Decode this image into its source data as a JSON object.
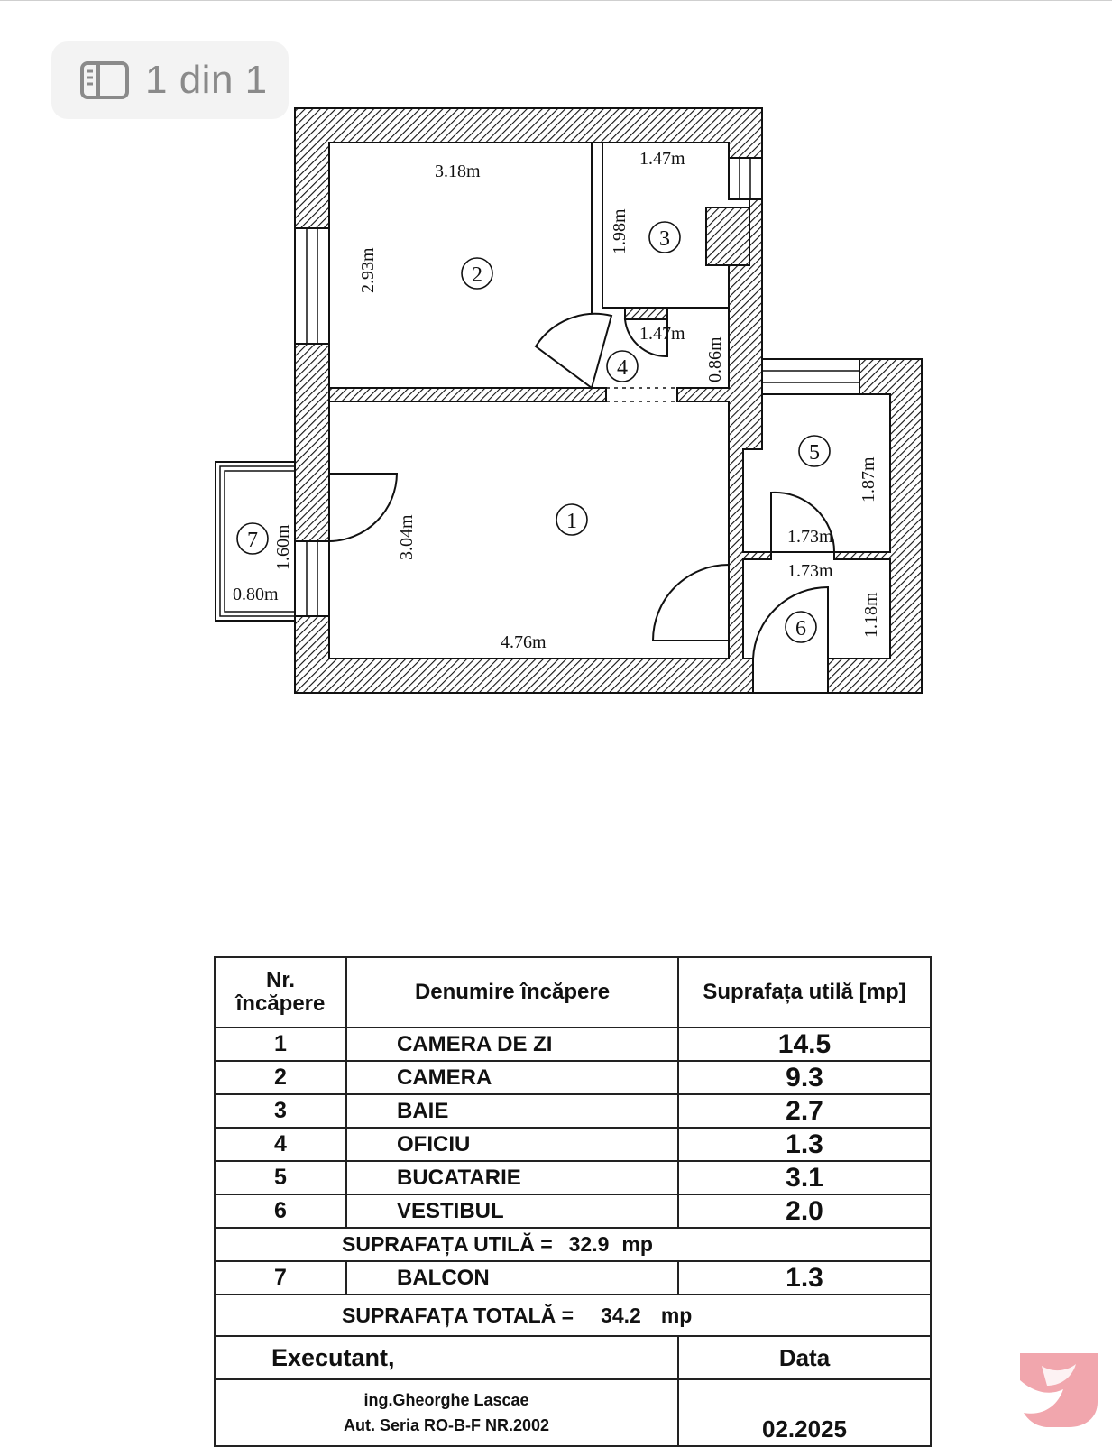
{
  "viewer": {
    "page_indicator": "1 din 1",
    "icon": "sidebar-icon"
  },
  "plan": {
    "rooms": {
      "r1": "1",
      "r2": "2",
      "r3": "3",
      "r4": "4",
      "r5": "5",
      "r6": "6",
      "r7": "7"
    },
    "dimensions": {
      "r2_width": "3.18m",
      "r2_height": "2.93m",
      "r3_width": "1.47m",
      "r3_height": "1.98m",
      "r4_width": "1.47m",
      "r4_height": "0.86m",
      "r1_height": "3.04m",
      "r1_width": "4.76m",
      "r5_height": "1.87m",
      "r5_width": "1.73m",
      "r6_width": "1.73m",
      "r6_height": "1.18m",
      "r7_height": "1.60m",
      "r7_width": "0.80m"
    }
  },
  "table": {
    "header": {
      "nr": "Nr.\nîncăpere",
      "name": "Denumire încăpere",
      "area": "Suprafața utilă [mp]"
    },
    "rows": [
      {
        "nr": "1",
        "name": "CAMERA DE ZI",
        "area": "14.5"
      },
      {
        "nr": "2",
        "name": "CAMERA",
        "area": "9.3"
      },
      {
        "nr": "3",
        "name": "BAIE",
        "area": "2.7"
      },
      {
        "nr": "4",
        "name": "OFICIU",
        "area": "1.3"
      },
      {
        "nr": "5",
        "name": "BUCATARIE",
        "area": "3.1"
      },
      {
        "nr": "6",
        "name": "VESTIBUL",
        "area": "2.0"
      }
    ],
    "useful_total": {
      "label": "SUPRAFAȚA UTILĂ =",
      "value": "32.9",
      "unit": "mp"
    },
    "balcony": {
      "nr": "7",
      "name": "BALCON",
      "area": "1.3"
    },
    "grand_total": {
      "label": "SUPRAFAȚA TOTALĂ =",
      "value": "34.2",
      "unit": "mp"
    },
    "executant_label": "Executant,",
    "date_label": "Data",
    "engineer_name": "ing.Gheorghe Lascae",
    "authorization": "Aut. Seria RO-B-F NR.2002",
    "date_value": "02.2025"
  },
  "colors": {
    "logo": "#f1a6ad",
    "pill_bg": "#f3f3f3",
    "pill_text": "#8a8a8a"
  }
}
